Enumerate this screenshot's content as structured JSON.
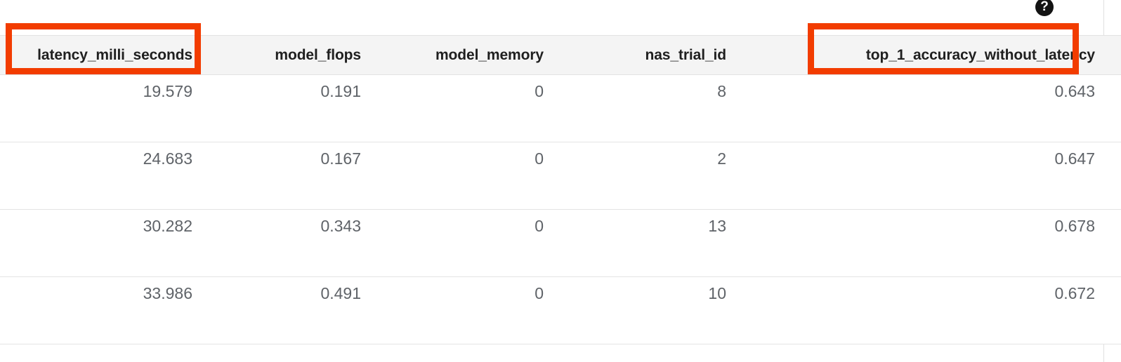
{
  "table": {
    "columns": [
      {
        "key": "latency_milli_seconds",
        "label": "latency_milli_seconds",
        "highlighted": true
      },
      {
        "key": "model_flops",
        "label": "model_flops",
        "highlighted": false
      },
      {
        "key": "model_memory",
        "label": "model_memory",
        "highlighted": false
      },
      {
        "key": "nas_trial_id",
        "label": "nas_trial_id",
        "highlighted": false
      },
      {
        "key": "top_1_accuracy_without_latency",
        "label": "top_1_accuracy_without_latency",
        "highlighted": true
      }
    ],
    "rows": [
      {
        "latency_milli_seconds": "19.579",
        "model_flops": "0.191",
        "model_memory": "0",
        "nas_trial_id": "8",
        "top_1_accuracy_without_latency": "0.643"
      },
      {
        "latency_milli_seconds": "24.683",
        "model_flops": "0.167",
        "model_memory": "0",
        "nas_trial_id": "2",
        "top_1_accuracy_without_latency": "0.647"
      },
      {
        "latency_milli_seconds": "30.282",
        "model_flops": "0.343",
        "model_memory": "0",
        "nas_trial_id": "13",
        "top_1_accuracy_without_latency": "0.678"
      },
      {
        "latency_milli_seconds": "33.986",
        "model_flops": "0.491",
        "model_memory": "0",
        "nas_trial_id": "10",
        "top_1_accuracy_without_latency": "0.672"
      }
    ]
  },
  "help": {
    "icon": "help-question-icon",
    "glyph": "?"
  },
  "annotations": {
    "highlight_color": "#f23c00",
    "boxes": [
      {
        "name": "latency-column-header-highlight",
        "target": "latency_milli_seconds"
      },
      {
        "name": "accuracy-column-header-highlight",
        "target": "top_1_accuracy_without_latency"
      }
    ]
  },
  "colors": {
    "header_background": "#f4f4f4",
    "header_text": "#1f1f1f",
    "cell_text": "#5f6368",
    "row_divider": "#e4e4e4",
    "page_background": "#ffffff"
  }
}
